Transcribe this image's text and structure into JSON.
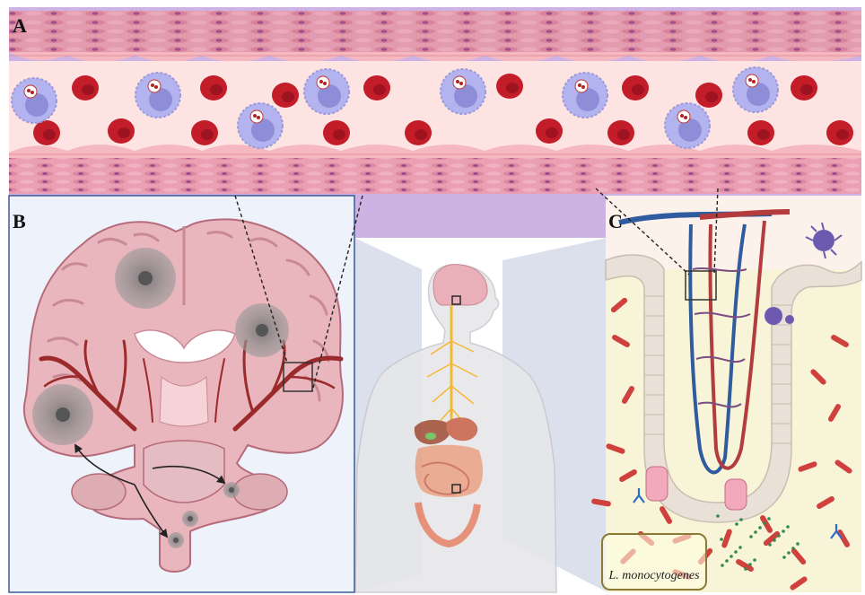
{
  "panels": {
    "a_label": "A",
    "b_label": "B",
    "c_label": "C"
  },
  "pathogen_label": "L. monocytogenes",
  "colors": {
    "vessel_wall": "#e8a2b4",
    "lumen": "#fbe0df",
    "red_blood_cell": "#c41d2a",
    "immune_cell": "#b3b3f0",
    "brain_tissue": "#e8b7be",
    "artery": "#9b2b2b",
    "vein": "#3b5f9f",
    "gut_background": "#f7f4d8",
    "panel_b_bg": "#eef2fb",
    "panel_band": "#cdb3e3"
  },
  "icons": [
    "red-blood-cell-icon",
    "immune-cell-icon",
    "brain-icon",
    "human-body-icon",
    "intestinal-villus-icon",
    "bacteria-icon",
    "antibody-icon",
    "dendritic-cell-icon"
  ]
}
